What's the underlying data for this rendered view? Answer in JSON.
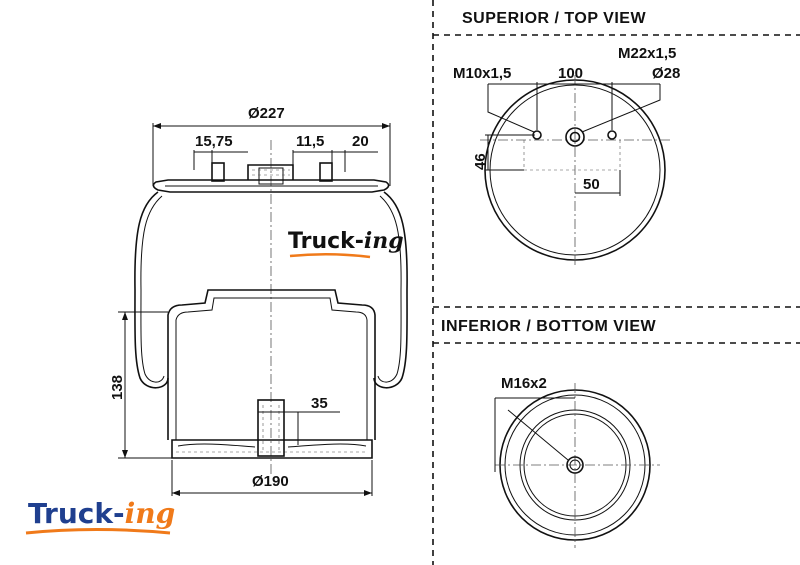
{
  "views": {
    "top_title": "SUPERIOR / TOP VIEW",
    "bottom_title": "INFERIOR / BOTTOM VIEW"
  },
  "side_view": {
    "diameter_top": "Ø227",
    "dim_left_stud": "15,75",
    "dim_center": "11,5",
    "dim_right_stud": "20",
    "height": "138",
    "dim_35": "35",
    "diameter_bottom": "Ø190"
  },
  "top_view": {
    "thread_small": "M10x1,5",
    "spacing": "100",
    "thread_large": "M22x1,5",
    "port_diameter": "Ø28",
    "offset_46": "46",
    "offset_50": "50"
  },
  "bottom_view": {
    "thread": "M16x2"
  },
  "logos": {
    "inline": {
      "main": "Truck-",
      "italic": "ing"
    },
    "corner": {
      "main": "Truck-",
      "italic": "ing"
    }
  },
  "colors": {
    "logo_blue": "#1f3f8f",
    "logo_orange": "#f07a1a",
    "line": "#111111"
  }
}
